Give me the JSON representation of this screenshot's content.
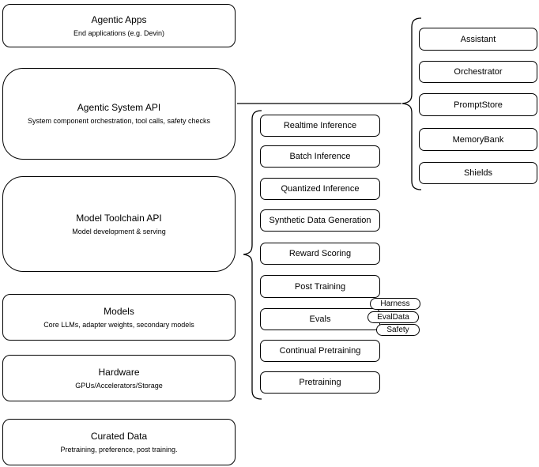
{
  "colors": {
    "background": "#ffffff",
    "stroke": "#000000",
    "text": "#000000",
    "node_fill": "#ffffff"
  },
  "left_column": [
    {
      "title": "Agentic Apps",
      "subtitle": "End applications (e.g. Devin)"
    },
    {
      "title": "Agentic System API",
      "subtitle": "System component orchestration, tool calls, safety checks"
    },
    {
      "title": "Model Toolchain API",
      "subtitle": "Model development & serving"
    },
    {
      "title": "Models",
      "subtitle": "Core LLMs, adapter weights, secondary models"
    },
    {
      "title": "Hardware",
      "subtitle": "GPUs/Accelerators/Storage"
    },
    {
      "title": "Curated Data",
      "subtitle": "Pretraining, preference, post training."
    }
  ],
  "toolchain_items": [
    "Realtime Inference",
    "Batch Inference",
    "Quantized Inference",
    "Synthetic Data Generation",
    "Reward Scoring",
    "Post Training",
    "Evals",
    "Continual Pretraining",
    "Pretraining"
  ],
  "eval_tags": [
    "Harness",
    "EvalData",
    "Safety"
  ],
  "system_components": [
    "Assistant",
    "Orchestrator",
    "PromptStore",
    "MemoryBank",
    "Shields"
  ]
}
